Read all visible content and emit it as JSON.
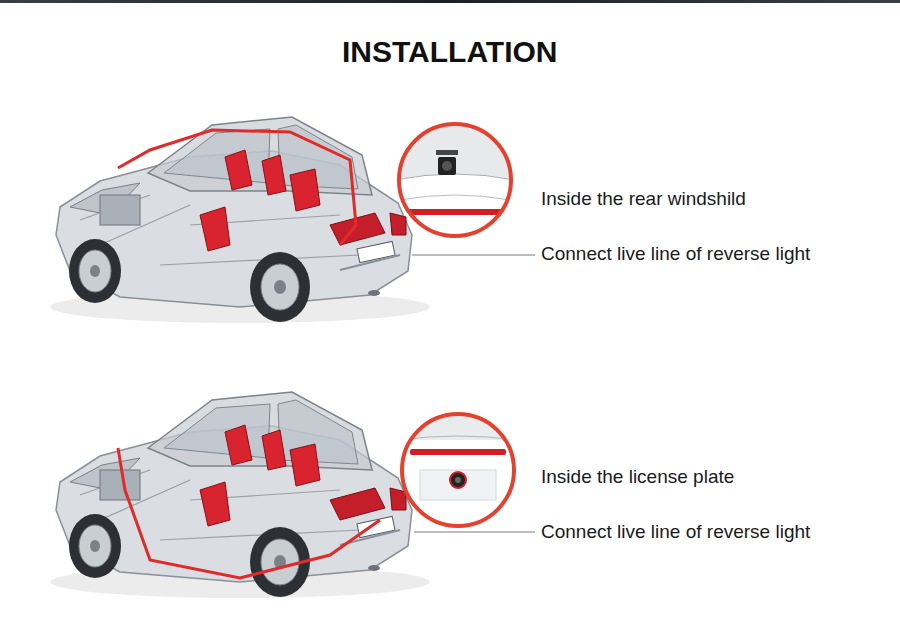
{
  "diagram": {
    "title": "INSTALLATION",
    "labels": [
      "Inside the rear windshild",
      "Connect live line of reverse light",
      "Inside the license plate",
      "Connect live line of reverse light"
    ]
  }
}
